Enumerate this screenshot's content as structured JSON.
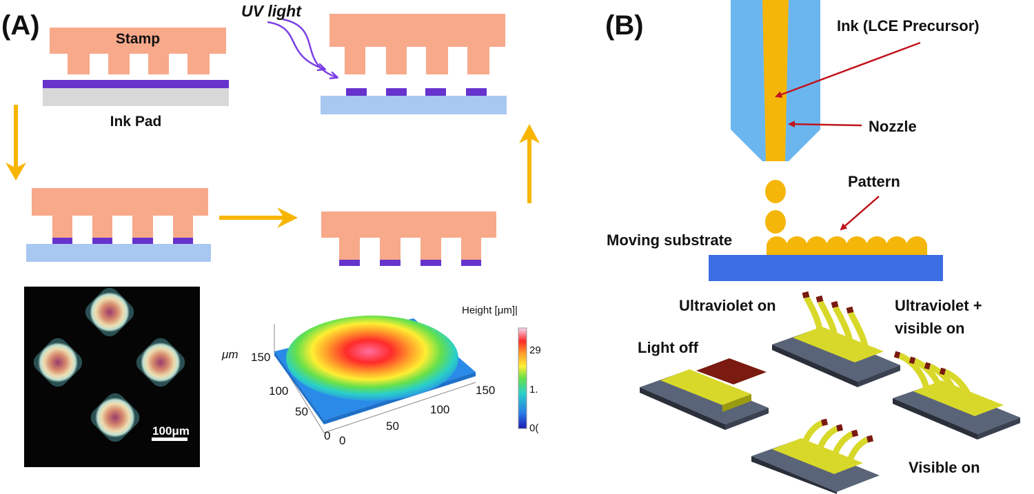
{
  "panel_a": {
    "label": "(A)",
    "stamp_label": "Stamp",
    "ink_pad_label": "Ink Pad",
    "uv_label": "UV light",
    "micrograph_scale": "100μm",
    "surface_plot": {
      "colorbar_title": "Height [μm]|",
      "colorbar_ticks": [
        "29",
        "1.",
        "0("
      ],
      "z_axis_unit": "μm",
      "y_ticks": [
        "150",
        "100",
        "50",
        "0"
      ],
      "x_ticks": [
        "0",
        "50",
        "100",
        "150"
      ]
    }
  },
  "panel_b": {
    "label": "(B)",
    "ink_label": "Ink (LCE Precursor)",
    "nozzle_label": "Nozzle",
    "pattern_label": "Pattern",
    "substrate_label": "Moving substrate",
    "states": {
      "light_off": "Light off",
      "uv_on": "Ultraviolet on",
      "uv_visible_line1": "Ultraviolet +",
      "uv_visible_line2": "visible on",
      "visible_on": "Visible on"
    }
  },
  "colors": {
    "stamp": "#f7a98a",
    "ink": "#6633cc",
    "substrate_a": "#a8c8f2",
    "ink_pad": "#d8d8d8",
    "arrow": "#f7b500",
    "uv_arrow": "#7b3fe4",
    "nozzle": "#6cb6ef",
    "ink_b": "#f5b60a",
    "substrate_b": "#3d6ee4",
    "pointer": "#c0141c"
  }
}
